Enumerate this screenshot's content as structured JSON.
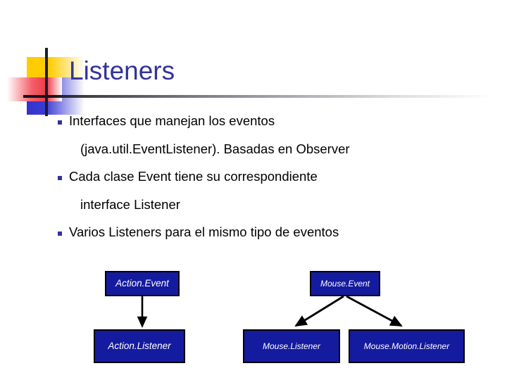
{
  "slide": {
    "title": "Listeners",
    "theme": {
      "title_color": "#333399",
      "bullet_color": "#333399",
      "body_color": "#000000",
      "deco_yellow": "#FFCC00",
      "deco_red": "#EE3B47",
      "deco_blue": "#3333CC",
      "deco_line": "#1C1C2E",
      "node_fill": "#151B9E",
      "node_border": "#000000",
      "node_text": "#FFFFFF",
      "background": "#FFFFFF"
    },
    "body_lines": [
      {
        "text": "Interfaces que manejan los eventos",
        "bulleted": true
      },
      {
        "text": "(java.util.EventListener). Basadas en Observer",
        "bulleted": false
      },
      {
        "text": "Cada clase Event tiene su correspondiente",
        "bulleted": true
      },
      {
        "text": "interface Listener",
        "bulleted": false
      },
      {
        "text": "Varios Listeners para el mismo tipo de eventos",
        "bulleted": true
      }
    ],
    "diagram": {
      "nodes": [
        {
          "id": "action-event",
          "label": "Action.Event"
        },
        {
          "id": "action-listener",
          "label": "Action.Listener"
        },
        {
          "id": "mouse-event",
          "label": "Mouse.Event"
        },
        {
          "id": "mouse-listener",
          "label": "Mouse.Listener"
        },
        {
          "id": "mouse-motion-listener",
          "label": "Mouse.Motion.Listener"
        }
      ],
      "edges": [
        {
          "from": "action-event",
          "to": "action-listener"
        },
        {
          "from": "mouse-event",
          "to": "mouse-listener"
        },
        {
          "from": "mouse-event",
          "to": "mouse-motion-listener"
        }
      ]
    }
  }
}
